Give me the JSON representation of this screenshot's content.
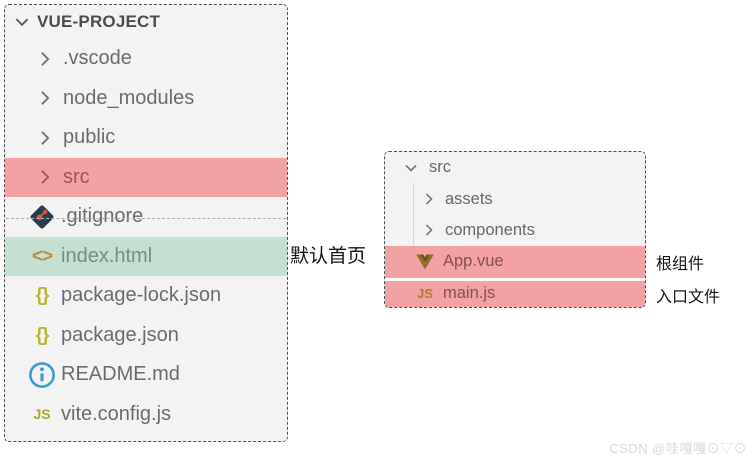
{
  "left_panel": {
    "root_label": "VUE-PROJECT",
    "items": [
      {
        "label": ".vscode",
        "type": "folder",
        "icon": "chevron-right-icon"
      },
      {
        "label": "node_modules",
        "type": "folder",
        "icon": "chevron-right-icon"
      },
      {
        "label": "public",
        "type": "folder",
        "icon": "chevron-right-icon"
      },
      {
        "label": "src",
        "type": "folder",
        "icon": "chevron-right-icon",
        "highlight": "pink"
      },
      {
        "label": ".gitignore",
        "type": "file",
        "icon": "git-icon"
      },
      {
        "label": "index.html",
        "type": "file",
        "icon": "html-code-icon",
        "highlight": "green",
        "annotation": "默认首页"
      },
      {
        "label": "package-lock.json",
        "type": "file",
        "icon": "json-braces-icon"
      },
      {
        "label": "package.json",
        "type": "file",
        "icon": "json-braces-icon"
      },
      {
        "label": "README.md",
        "type": "file",
        "icon": "info-icon"
      },
      {
        "label": "vite.config.js",
        "type": "file",
        "icon": "js-icon"
      }
    ]
  },
  "right_panel": {
    "root_label": "src",
    "items": [
      {
        "label": "assets",
        "type": "folder",
        "icon": "chevron-right-icon"
      },
      {
        "label": "components",
        "type": "folder",
        "icon": "chevron-right-icon"
      },
      {
        "label": "App.vue",
        "type": "file",
        "icon": "vue-logo-icon",
        "highlight": "pink",
        "annotation": "根组件"
      },
      {
        "label": "main.js",
        "type": "file",
        "icon": "js-icon",
        "highlight": "pink",
        "annotation": "入口文件"
      }
    ]
  },
  "annotations": {
    "index_html": "默认首页",
    "app_vue": "根组件",
    "main_js": "入口文件"
  },
  "watermark": "CSDN @哇嘎嘎⊙▽⊙",
  "colors": {
    "panel_background": "#f3f3f3",
    "dashed_border": "#4d4d4d",
    "highlight_pink": "#f2a2a2",
    "highlight_green": "#c3e0d0",
    "item_text": "#6b6b6b",
    "header_text": "#4c4c4c",
    "json_icon": "#b5b52e",
    "html_icon": "#bf8b3e",
    "info_icon": "#3e9ad3",
    "js_icon": "#a8a832",
    "git_icon_body": "#2b3b4e",
    "git_icon_accent": "#e2574c",
    "vue_icon_outer": "#8d7226",
    "vue_icon_inner": "#63511d"
  }
}
